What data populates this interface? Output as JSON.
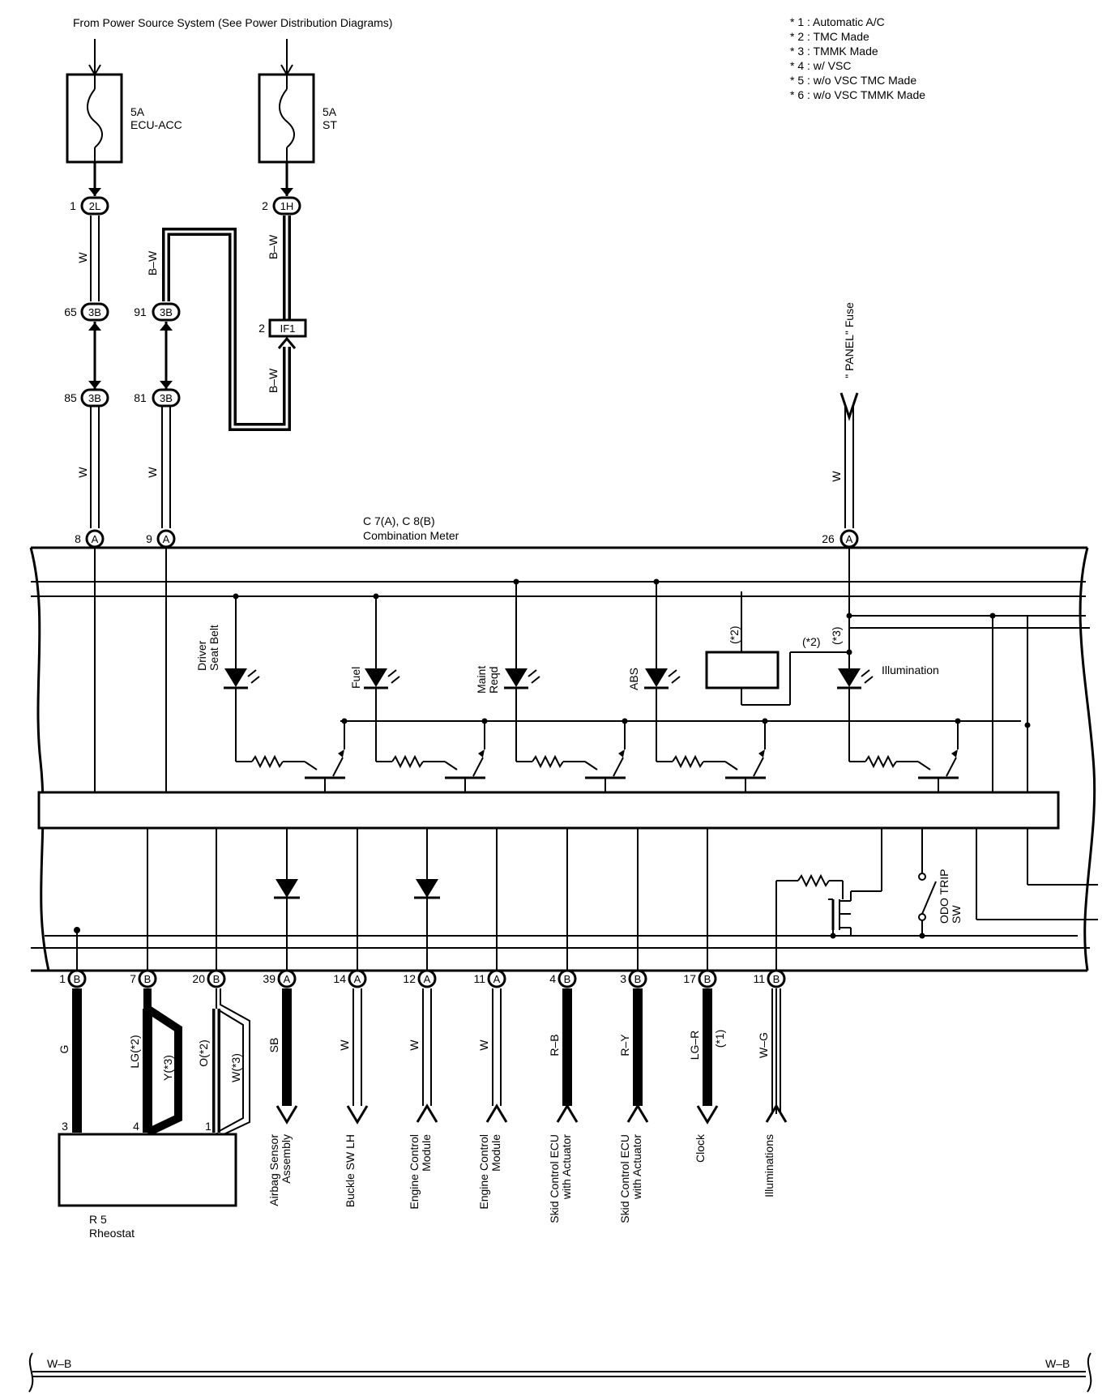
{
  "header": {
    "source_text": "From Power Source System (See Power Distribution Diagrams)"
  },
  "notes": [
    "* 1 : Automatic A/C",
    "* 2 : TMC Made",
    "* 3 : TMMK Made",
    "* 4 : w/ VSC",
    "* 5 : w/o VSC TMC Made",
    "* 6 : w/o VSC TMMK Made"
  ],
  "fuses": [
    {
      "rating": "5A",
      "name": "ECU-ACC"
    },
    {
      "rating": "5A",
      "name": "ST"
    }
  ],
  "fuse_connectors": [
    {
      "pin": "1",
      "code": "2L"
    },
    {
      "pin": "2",
      "code": "1H"
    }
  ],
  "junctions": [
    {
      "pin": "65",
      "code": "3B"
    },
    {
      "pin": "91",
      "code": "3B"
    },
    {
      "pin": "85",
      "code": "3B"
    },
    {
      "pin": "81",
      "code": "3B"
    }
  ],
  "if1": {
    "pin": "2",
    "code": "IF1"
  },
  "panel_fuse": "\" PANEL\" Fuse",
  "wires_upper": {
    "w": "W",
    "bw": "B–W"
  },
  "meter": {
    "id": "C 7(A), C 8(B)",
    "name": "Combination Meter",
    "top_pins": [
      {
        "pin": "8",
        "conn": "A"
      },
      {
        "pin": "9",
        "conn": "A"
      },
      {
        "pin": "26",
        "conn": "A"
      }
    ],
    "indicators": [
      "Driver\nSeat Belt",
      "Fuel",
      "Maint\nReqd",
      "ABS"
    ],
    "illumination": "Illumination",
    "note_2": "(*2)",
    "note_3": "(*3)",
    "odo": "ODO TRIP\nSW"
  },
  "bottom_pins": [
    {
      "pin": "1",
      "conn": "B",
      "wire": "G",
      "dest": ""
    },
    {
      "pin": "7",
      "conn": "B",
      "wire": "LG(*2)",
      "wire2": "Y(*3)",
      "dest": ""
    },
    {
      "pin": "20",
      "conn": "B",
      "wire": "O(*2)",
      "wire2": "W(*3)",
      "dest": ""
    },
    {
      "pin": "39",
      "conn": "A",
      "wire": "SB",
      "dest": "Airbag Sensor\nAssembly"
    },
    {
      "pin": "14",
      "conn": "A",
      "wire": "W",
      "dest": "Buckle SW LH"
    },
    {
      "pin": "12",
      "conn": "A",
      "wire": "W",
      "dest": "Engine Control\nModule"
    },
    {
      "pin": "11",
      "conn": "A",
      "wire": "W",
      "dest": "Engine Control\nModule"
    },
    {
      "pin": "4",
      "conn": "B",
      "wire": "R–B",
      "dest": "Skid Control ECU\nwith Actuator"
    },
    {
      "pin": "3",
      "conn": "B",
      "wire": "R–Y",
      "dest": "Skid Control ECU\nwith Actuator"
    },
    {
      "pin": "17",
      "conn": "B",
      "wire": "LG–R",
      "wire2": "(*1)",
      "dest": "Clock"
    },
    {
      "pin": "11",
      "conn": "B",
      "wire": "W–G",
      "dest": "Illuminations"
    }
  ],
  "rheostat": {
    "id": "R 5",
    "name": "Rheostat",
    "pins": [
      "3",
      "4",
      "1"
    ]
  },
  "ground": {
    "left": "W–B",
    "right": "W–B"
  }
}
